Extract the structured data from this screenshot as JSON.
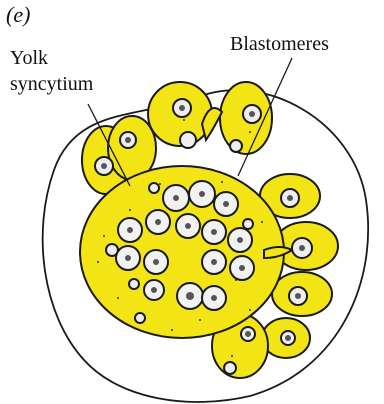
{
  "figure": {
    "panel_label": "(e)",
    "labels": {
      "yolk_syncytium_line1": "Yolk",
      "yolk_syncytium_line2": "syncytium",
      "blastomeres": "Blastomeres"
    },
    "colors": {
      "yolk": "#f3e515",
      "outline": "#1a1a1a",
      "cell_fill": "#eeeeee",
      "background": "#ffffff"
    }
  }
}
